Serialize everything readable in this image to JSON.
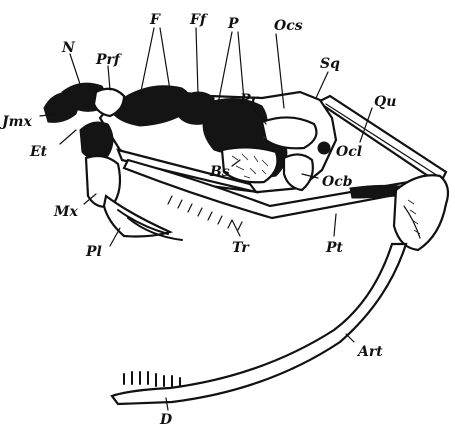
{
  "labels": {
    "N": "N",
    "Prf": "Prf",
    "F": "F",
    "Ff": "Ff",
    "P": "P",
    "Ocs": "Ocs",
    "Sq": "Sq",
    "Qu": "Qu",
    "Jmx": "Jmx",
    "Et": "Et",
    "Pr": "Pr",
    "Ocl": "Ocl",
    "Bs": "Bs",
    "Ocb": "Ocb",
    "Mx": "Mx",
    "Pl": "Pl",
    "Tr": "Tr",
    "Pt": "Pt",
    "Art": "Art",
    "D": "D"
  }
}
